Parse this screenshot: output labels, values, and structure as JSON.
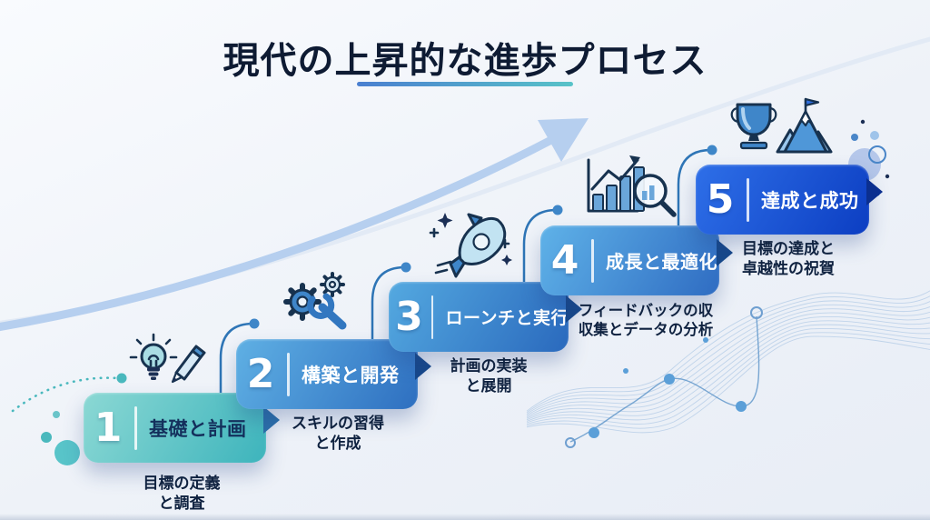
{
  "title": {
    "text": "現代の上昇的な進歩プロセス"
  },
  "accent": {
    "underline_from": "#4a7fd0",
    "underline_to": "#58c3c8",
    "background": "#eef2f8",
    "arrow": "#b6cfef",
    "connector": "#2e75b6",
    "dot": "#3e86c8",
    "teal": "#49b8bd",
    "text_dark": "#0f2240"
  },
  "steps": [
    {
      "number": "1",
      "label": "基礎と計画",
      "sublabel_line1": "目標の定義",
      "sublabel_line2": "と調査",
      "icon": "lightbulb-pencil-icon",
      "colors": {
        "from": "#8bd8d4",
        "to": "#3db4bc",
        "tail": "#2b6ea8",
        "text": "#14305c"
      }
    },
    {
      "number": "2",
      "label": "構築と開発",
      "sublabel_line1": "スキルの習得",
      "sublabel_line2": "と作成",
      "icon": "gears-wrench-icon",
      "colors": {
        "from": "#5fb0e4",
        "to": "#2e6fc0",
        "tail": "#17488a",
        "text": "#ffffff"
      }
    },
    {
      "number": "3",
      "label": "ローンチと実行",
      "sublabel_line1": "計画の実装",
      "sublabel_line2": "と展開",
      "icon": "rocket-icon",
      "colors": {
        "from": "#54a9e0",
        "to": "#2a69bd",
        "tail": "#17488a",
        "text": "#ffffff"
      }
    },
    {
      "number": "4",
      "label": "成長と最適化",
      "sublabel_line1": "フィードバックの収",
      "sublabel_line2": "収集とデータの分析",
      "icon": "chart-magnifier-icon",
      "colors": {
        "from": "#5fb2e8",
        "to": "#2f6cc2",
        "tail": "#17488a",
        "text": "#ffffff"
      }
    },
    {
      "number": "5",
      "label": "達成と成功",
      "sublabel_line1": "目標の達成と",
      "sublabel_line2": "卓越性の祝賀",
      "icon": "trophy-mountain-icon",
      "colors": {
        "from": "#2e6fe8",
        "to": "#0c3ec2",
        "tail": "#0b2f8f",
        "text": "#ffffff"
      }
    }
  ]
}
